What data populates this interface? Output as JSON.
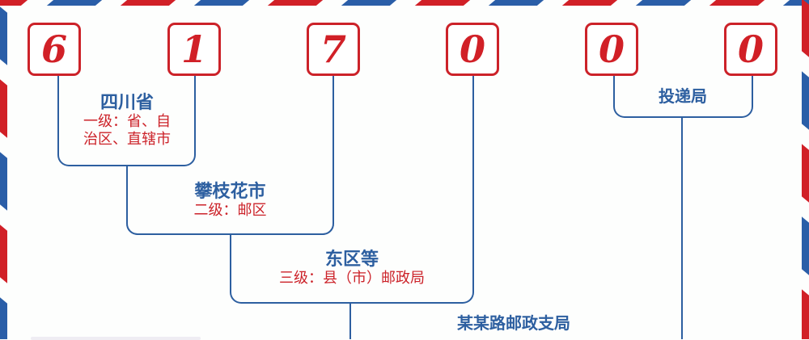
{
  "colors": {
    "red": "#d12027",
    "blue": "#2d5fa0",
    "background": "#fdfefd"
  },
  "postcode": {
    "digits": [
      "6",
      "1",
      "7",
      "0",
      "0",
      "0"
    ]
  },
  "levels": {
    "province": {
      "title": "四川省",
      "sub_line1": "一级：省、自",
      "sub_line2": "治区、直辖市"
    },
    "city": {
      "title": "攀枝花市",
      "sub": "二级：邮区"
    },
    "district": {
      "title": "东区等",
      "sub": "三级：县（市）邮政局"
    },
    "branch": {
      "title": "某某路邮政支局"
    },
    "delivery": {
      "title": "投递局"
    }
  }
}
